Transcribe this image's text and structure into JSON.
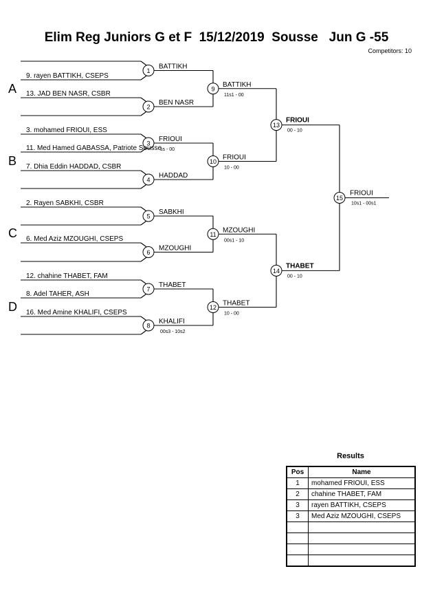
{
  "header": {
    "title": "Elim Reg Juniors G et F  15/12/2019  Sousse   Jun G -55",
    "competitors": "Competitors: 10"
  },
  "pools": [
    "A",
    "B",
    "C",
    "D"
  ],
  "entries": [
    "9. rayen BATTIKH, CSEPS",
    "13. JAD BEN NASR, CSBR",
    "3. mohamed FRIOUI, ESS",
    "11. Med Hamed GABASSA, Patriote Sousse",
    "7. Dhia Eddin HADDAD, CSBR",
    "2. Rayen SABKHI, CSBR",
    "6. Med Aziz MZOUGHI, CSEPS",
    "12. chahine THABET, FAM",
    "8. Adel TAHER, ASH",
    "16. Med Amine KHALIFI, CSEPS"
  ],
  "matches": [
    {
      "num": "1",
      "winner": "BATTIKH",
      "score": ""
    },
    {
      "num": "2",
      "winner": "BEN NASR",
      "score": ""
    },
    {
      "num": "3",
      "winner": "FRIOUI",
      "score": "ss - 00"
    },
    {
      "num": "4",
      "winner": "HADDAD",
      "score": ""
    },
    {
      "num": "5",
      "winner": "SABKHI",
      "score": ""
    },
    {
      "num": "6",
      "winner": "MZOUGHI",
      "score": ""
    },
    {
      "num": "7",
      "winner": "THABET",
      "score": ""
    },
    {
      "num": "8",
      "winner": "KHALIFI",
      "score": "00s3 - 10s2"
    },
    {
      "num": "9",
      "winner": "BATTIKH",
      "score": "11s1 - 00"
    },
    {
      "num": "10",
      "winner": "FRIOUI",
      "score": "10 - 00"
    },
    {
      "num": "11",
      "winner": "MZOUGHI",
      "score": "00s1 - 10"
    },
    {
      "num": "12",
      "winner": "THABET",
      "score": "10 - 00"
    },
    {
      "num": "13",
      "winner": "FRIOUI",
      "score": "00 - 10"
    },
    {
      "num": "14",
      "winner": "THABET",
      "score": "00 - 10"
    },
    {
      "num": "15",
      "winner": "FRIOUI",
      "score": "10s1 - 00s1"
    }
  ],
  "results": {
    "title": "Results",
    "col_pos": "Pos",
    "col_name": "Name",
    "rows": [
      {
        "pos": "1",
        "name": "mohamed FRIOUI, ESS"
      },
      {
        "pos": "2",
        "name": "chahine THABET, FAM"
      },
      {
        "pos": "3",
        "name": "rayen BATTIKH, CSEPS"
      },
      {
        "pos": "3",
        "name": "Med Aziz MZOUGHI, CSEPS"
      },
      {
        "pos": "",
        "name": ""
      },
      {
        "pos": "",
        "name": ""
      },
      {
        "pos": "",
        "name": ""
      },
      {
        "pos": "",
        "name": ""
      }
    ]
  }
}
